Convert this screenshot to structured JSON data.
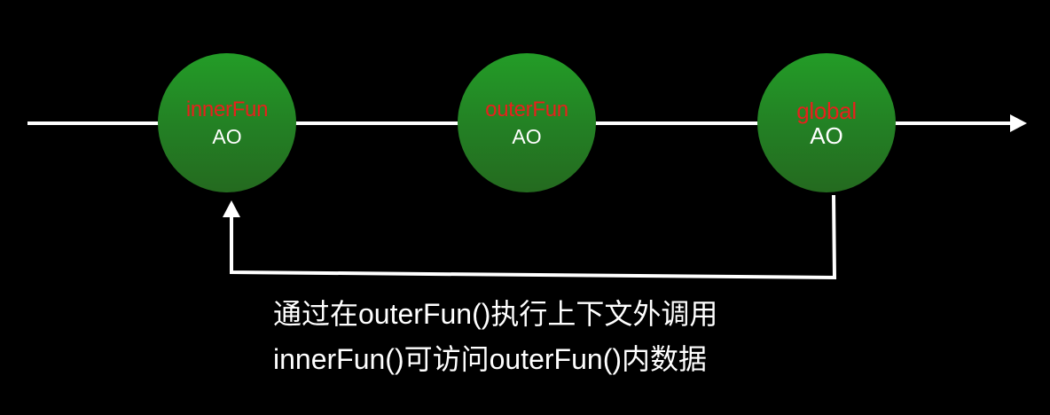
{
  "diagram": {
    "title": "Scope chain / closure access diagram",
    "nodes": [
      {
        "id": "innerFun",
        "name": "innerFun",
        "label": "AO"
      },
      {
        "id": "outerFun",
        "name": "outerFun",
        "label": "AO"
      },
      {
        "id": "global",
        "name": "global",
        "label": "AO"
      }
    ],
    "edges": [
      {
        "from": "innerFun",
        "to": "outerFun",
        "type": "timeline"
      },
      {
        "from": "outerFun",
        "to": "global",
        "type": "timeline"
      },
      {
        "from": "global",
        "to": "end",
        "type": "timeline-arrow"
      },
      {
        "from": "global",
        "to": "innerFun",
        "type": "return-arrow"
      }
    ],
    "caption": {
      "line1": "通过在outerFun()执行上下文外调用",
      "line2": "innerFun()可访问outerFun()内数据"
    },
    "colors": {
      "background": "#000000",
      "node_fill_top": "#239c27",
      "node_fill_bottom": "#246a1f",
      "node_name": "#e8201c",
      "node_label": "#ffffff",
      "line": "#ffffff"
    }
  }
}
